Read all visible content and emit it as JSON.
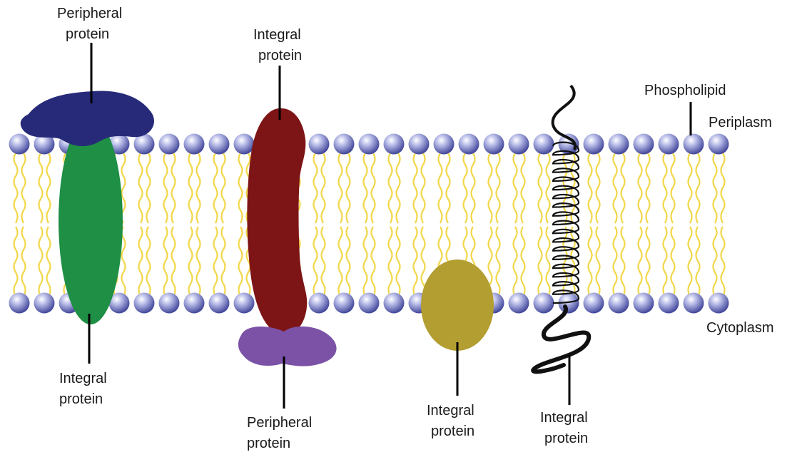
{
  "diagram": {
    "labels": {
      "peripheral_top_line1": "Peripheral",
      "peripheral_top_line2": "protein",
      "integral_red_line1": "Integral",
      "integral_red_line2": "protein",
      "phospholipid": "Phospholipid",
      "periplasm": "Periplasm",
      "cytoplasm": "Cytoplasm",
      "integral_green_line1": "Integral",
      "integral_green_line2": "protein",
      "peripheral_bottom_line1": "Peripheral",
      "peripheral_bottom_line2": "protein",
      "integral_olive_line1": "Integral",
      "integral_olive_line2": "protein",
      "integral_helix_line1": "Integral",
      "integral_helix_line2": "protein"
    },
    "colors": {
      "lipid_head": "#5a5fb0",
      "lipid_tail": "#f2d74a",
      "peripheral_top": "#262a78",
      "integral_green": "#1e8f45",
      "integral_red": "#7d1416",
      "peripheral_bottom": "#7b52a6",
      "integral_olive": "#b39e32",
      "helix": "#111111"
    }
  }
}
